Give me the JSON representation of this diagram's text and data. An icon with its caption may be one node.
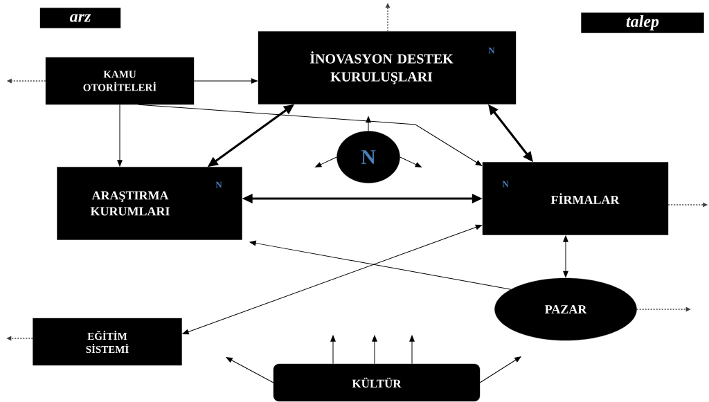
{
  "diagram": {
    "nodes": [
      {
        "text": [
          "arz"
        ]
      },
      {
        "text": [
          "talep"
        ]
      },
      {
        "text": [
          "KAMU OTORİTELERİ"
        ]
      },
      {
        "text": [
          "İNOVASYON DESTEK KURULUŞLARI",
          "N"
        ]
      },
      {
        "text": [
          "N"
        ]
      },
      {
        "text": [
          "ARAŞTIRMA KURUMLARI",
          "N"
        ]
      },
      {
        "text": [
          "FİRMALAR",
          "N"
        ]
      },
      {
        "text": [
          "PAZAR"
        ]
      },
      {
        "text": [
          "EĞİTİM SİSTEMİ"
        ]
      },
      {
        "text": [
          "KÜLTÜR"
        ]
      }
    ],
    "edges": [
      {
        "from": 2,
        "to": 3,
        "arrow": "to"
      },
      {
        "from": 2,
        "to": 5,
        "arrow": "to"
      },
      {
        "from": 2,
        "to": 6,
        "arrow": "to"
      },
      {
        "from": 5,
        "to": 3,
        "arrow": "both",
        "style": "thick"
      },
      {
        "from": 3,
        "to": 6,
        "arrow": "both",
        "style": "thick"
      },
      {
        "from": 5,
        "to": 6,
        "arrow": "both",
        "style": "thick"
      },
      {
        "from": 4,
        "to": null,
        "arrow": "to"
      },
      {
        "from": 4,
        "to": null,
        "arrow": "to"
      },
      {
        "from": 4,
        "to": null,
        "arrow": "to"
      },
      {
        "from": 7,
        "to": 5,
        "arrow": "to"
      },
      {
        "from": 8,
        "to": 6,
        "arrow": "both"
      },
      {
        "from": 6,
        "to": 7,
        "arrow": "both"
      },
      {
        "from": 9,
        "to": null,
        "arrow": "to"
      },
      {
        "from": 9,
        "to": null,
        "arrow": "to"
      },
      {
        "from": 9,
        "to": null,
        "arrow": "to"
      },
      {
        "from": 9,
        "to": null,
        "arrow": "to"
      },
      {
        "from": 9,
        "to": null,
        "arrow": "to"
      },
      {
        "from": 2,
        "to": null,
        "arrow": "to",
        "style": "dashed"
      },
      {
        "from": 3,
        "to": null,
        "arrow": "to",
        "style": "dashed"
      },
      {
        "from": 6,
        "to": null,
        "arrow": "to",
        "style": "dashed"
      },
      {
        "from": 7,
        "to": null,
        "arrow": "to",
        "style": "dashed"
      },
      {
        "from": 8,
        "to": null,
        "arrow": "to",
        "style": "dashed"
      }
    ]
  }
}
